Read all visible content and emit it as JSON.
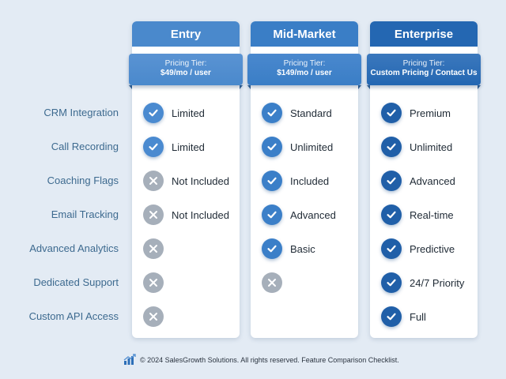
{
  "tiers": [
    {
      "name": "Entry",
      "pricing_label": "Pricing Tier:",
      "price": "$49/mo / user",
      "header_color": "#4a89cc",
      "ribbon_color": "#5a93d3",
      "check_color": "#4a8ad0",
      "cells": [
        {
          "status": "included",
          "text": "Limited"
        },
        {
          "status": "included",
          "text": "Limited"
        },
        {
          "status": "excluded",
          "text": "Not Included"
        },
        {
          "status": "excluded",
          "text": "Not Included"
        },
        {
          "status": "excluded",
          "text": ""
        },
        {
          "status": "excluded",
          "text": ""
        },
        {
          "status": "excluded",
          "text": ""
        }
      ]
    },
    {
      "name": "Mid-Market",
      "pricing_label": "Pricing Tier:",
      "price": "$149/mo / user",
      "header_color": "#3a7ec6",
      "ribbon_color": "#4a88ce",
      "check_color": "#3b7fc8",
      "cells": [
        {
          "status": "included",
          "text": "Standard"
        },
        {
          "status": "included",
          "text": "Unlimited"
        },
        {
          "status": "included",
          "text": "Included"
        },
        {
          "status": "included",
          "text": "Advanced"
        },
        {
          "status": "included",
          "text": "Basic"
        },
        {
          "status": "excluded",
          "text": ""
        },
        {
          "status": "none",
          "text": ""
        }
      ]
    },
    {
      "name": "Enterprise",
      "pricing_label": "Pricing Tier:",
      "price": "Custom Pricing / Contact Us",
      "header_color": "#2467b2",
      "ribbon_color": "#3b78bd",
      "check_color": "#205fa8",
      "cells": [
        {
          "status": "included",
          "text": "Premium"
        },
        {
          "status": "included",
          "text": "Unlimited"
        },
        {
          "status": "included",
          "text": "Advanced"
        },
        {
          "status": "included",
          "text": "Real-time"
        },
        {
          "status": "included",
          "text": "Predictive"
        },
        {
          "status": "included",
          "text": "24/7 Priority"
        },
        {
          "status": "included",
          "text": "Full"
        }
      ]
    }
  ],
  "features": [
    "CRM Integration",
    "Call Recording",
    "Coaching Flags",
    "Email Tracking",
    "Advanced Analytics",
    "Dedicated Support",
    "Custom API Access"
  ],
  "icons": {
    "included": "checkmark-icon",
    "excluded": "cross-icon",
    "footer": "growth-chart-icon"
  },
  "colors": {
    "background": "#e3ebf4",
    "feature_label": "#3d6a8f",
    "excluded_icon": "#a6afba"
  },
  "footer": {
    "text": "© 2024 SalesGrowth Solutions. All rights reserved. Feature Comparison Checklist."
  }
}
